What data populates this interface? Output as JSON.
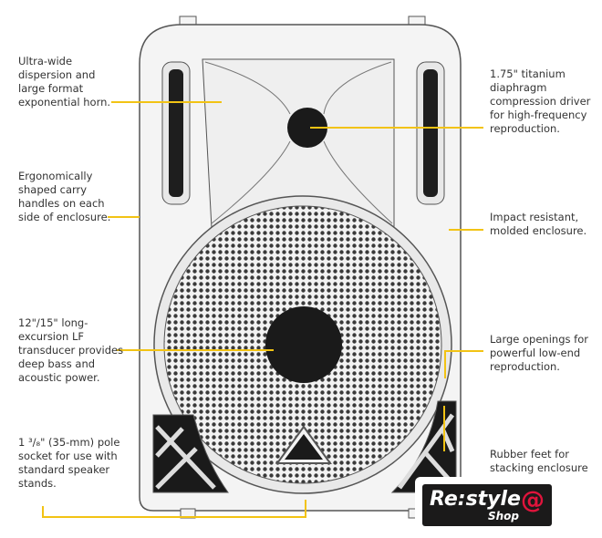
{
  "callouts": {
    "horn": "Ultra-wide\ndispersion and\nlarge format\nexponential horn.",
    "handles": "Ergonomically\nshaped carry\nhandles on each\nside of enclosure.",
    "transducer": "12\"/15\" long-\nexcursion LF\ntransducer provides\ndeep bass and\nacoustic power.",
    "pole_socket": "1 ³/₈\" (35-mm) pole\nsocket for use with\nstandard speaker\nstands.",
    "driver": "1.75\" titanium\ndiaphragm\ncompression driver\nfor high-frequency\nreproduction.",
    "enclosure": "Impact resistant,\nmolded enclosure.",
    "openings": "Large openings for\npowerful low-end\nreproduction.",
    "feet": "Rubber feet for\nstacking enclosure"
  },
  "logo": {
    "main": "Re:style",
    "sub": "Shop",
    "symbol": "@"
  },
  "colors": {
    "leader": "#f2c314",
    "outline": "#555555",
    "logo_bg": "#1b1a1a",
    "logo_accent": "#e0143c"
  }
}
